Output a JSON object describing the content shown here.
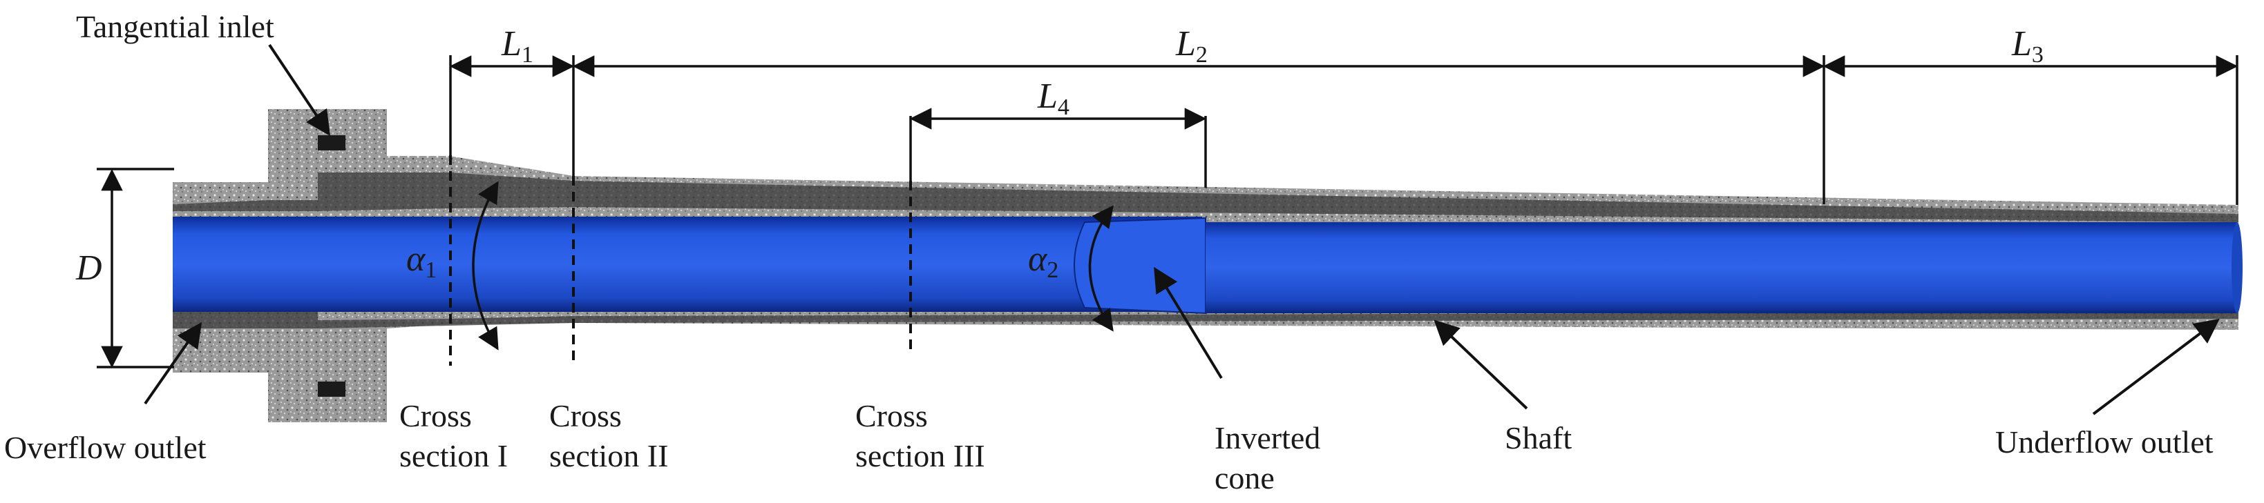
{
  "labels": {
    "tangential_inlet": "Tangential inlet",
    "overflow_outlet": "Overflow outlet",
    "cross_section_1": [
      "Cross",
      "section I"
    ],
    "cross_section_2": [
      "Cross",
      "section II"
    ],
    "cross_section_3": [
      "Cross",
      "section III"
    ],
    "inverted_cone": [
      "Inverted",
      "cone"
    ],
    "shaft": "Shaft",
    "underflow_outlet": "Underflow outlet"
  },
  "dimensions": {
    "L1": {
      "base": "L",
      "sub": "1"
    },
    "L2": {
      "base": "L",
      "sub": "2"
    },
    "L3": {
      "base": "L",
      "sub": "3"
    },
    "L4": {
      "base": "L",
      "sub": "4"
    },
    "D": {
      "base": "D"
    },
    "alpha1": {
      "base": "α",
      "sub": "1"
    },
    "alpha2": {
      "base": "α",
      "sub": "2"
    }
  },
  "colors": {
    "core": "#1f4fd6",
    "core_dark": "#0e2f9a",
    "wall": "#8c8c8c",
    "line": "#111111"
  }
}
